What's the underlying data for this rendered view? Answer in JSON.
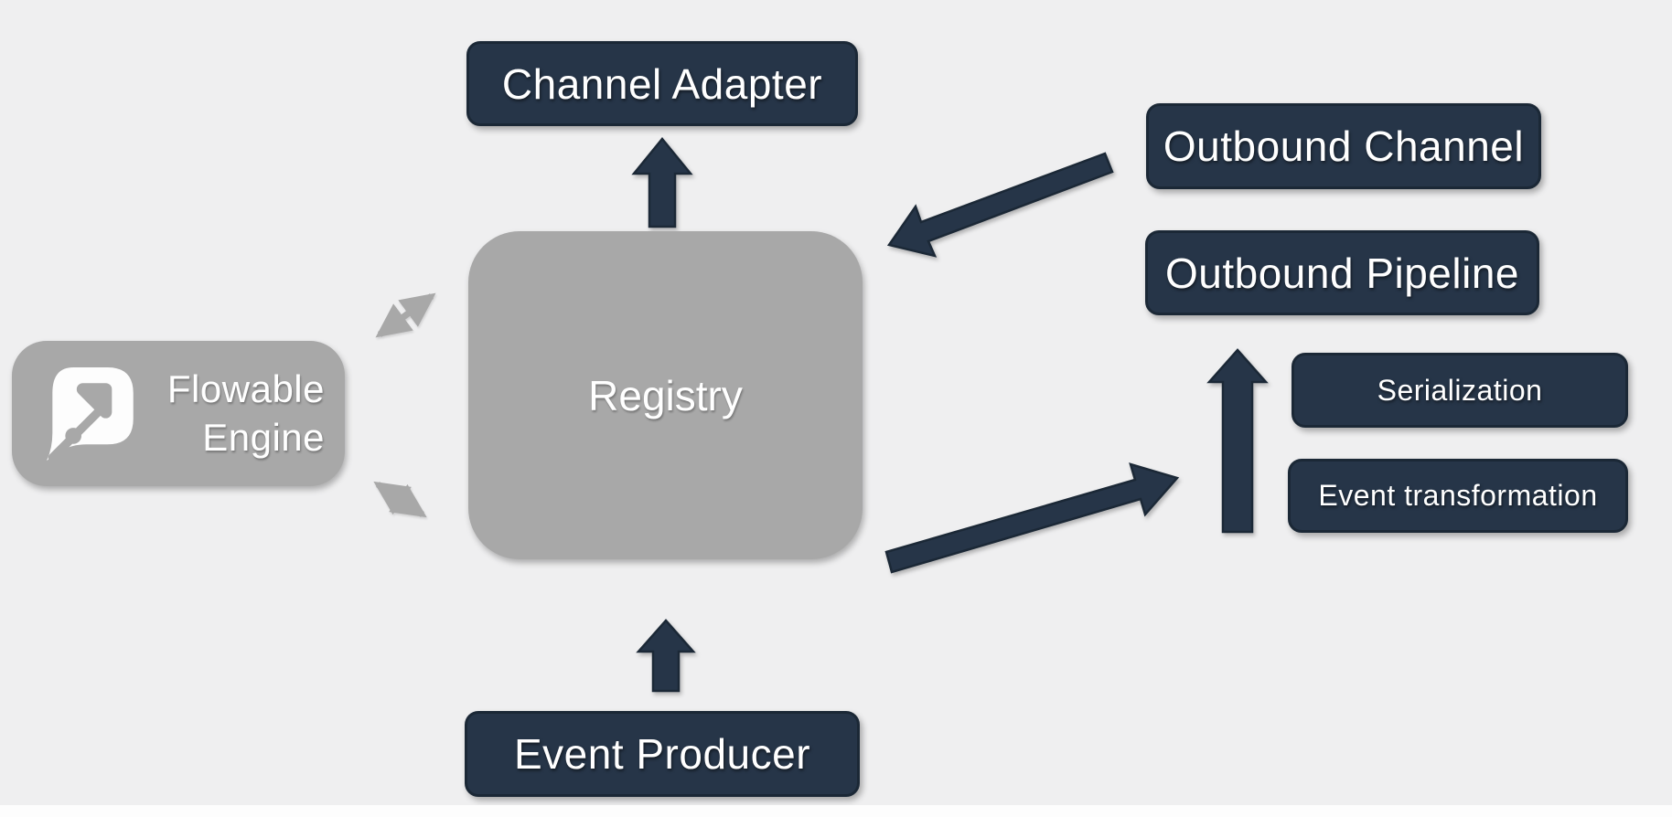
{
  "title": "Flowable event registry architecture diagram",
  "colors": {
    "background": "#efeff0",
    "node_dark": "#263548",
    "node_dark_border": "#1b2836",
    "node_gray": "#a8a8a8",
    "text_light": "#ffffff",
    "footer_strip": "#fdfdfd"
  },
  "nodes": {
    "channel_adapter": {
      "label": "Channel Adapter"
    },
    "outbound_channel": {
      "label": "Outbound Channel"
    },
    "outbound_pipeline": {
      "label": "Outbound Pipeline"
    },
    "serialization": {
      "label": "Serialization"
    },
    "event_transformation": {
      "label": "Event transformation"
    },
    "event_producer": {
      "label": "Event Producer"
    },
    "registry": {
      "label": "Registry"
    },
    "flowable_engine": {
      "label_line1": "Flowable",
      "label_line2": "Engine",
      "icon": "flowable-logo"
    }
  },
  "edges": [
    {
      "id": "registry-to-channel-adapter",
      "from": "registry",
      "to": "channel_adapter",
      "shape": "block-arrow-up",
      "color": "dark"
    },
    {
      "id": "outbound-channel-to-registry",
      "from": "outbound_channel",
      "to": "registry",
      "shape": "block-arrow-diagonal",
      "color": "dark"
    },
    {
      "id": "registry-to-outbound-pipeline",
      "from": "registry",
      "to": "outbound_pipeline",
      "shape": "block-arrow-diagonal",
      "color": "dark"
    },
    {
      "id": "pipeline-steps-upward",
      "from": "event_transformation",
      "to": "outbound_pipeline",
      "shape": "block-arrow-up",
      "color": "dark"
    },
    {
      "id": "event-producer-to-registry",
      "from": "event_producer",
      "to": "registry",
      "shape": "block-arrow-up",
      "color": "dark"
    },
    {
      "id": "flowable-registry-upper",
      "from": "flowable_engine",
      "to": "registry",
      "shape": "double-arrow",
      "color": "gray"
    },
    {
      "id": "flowable-registry-lower",
      "from": "flowable_engine",
      "to": "registry",
      "shape": "double-arrow",
      "color": "gray"
    }
  ]
}
